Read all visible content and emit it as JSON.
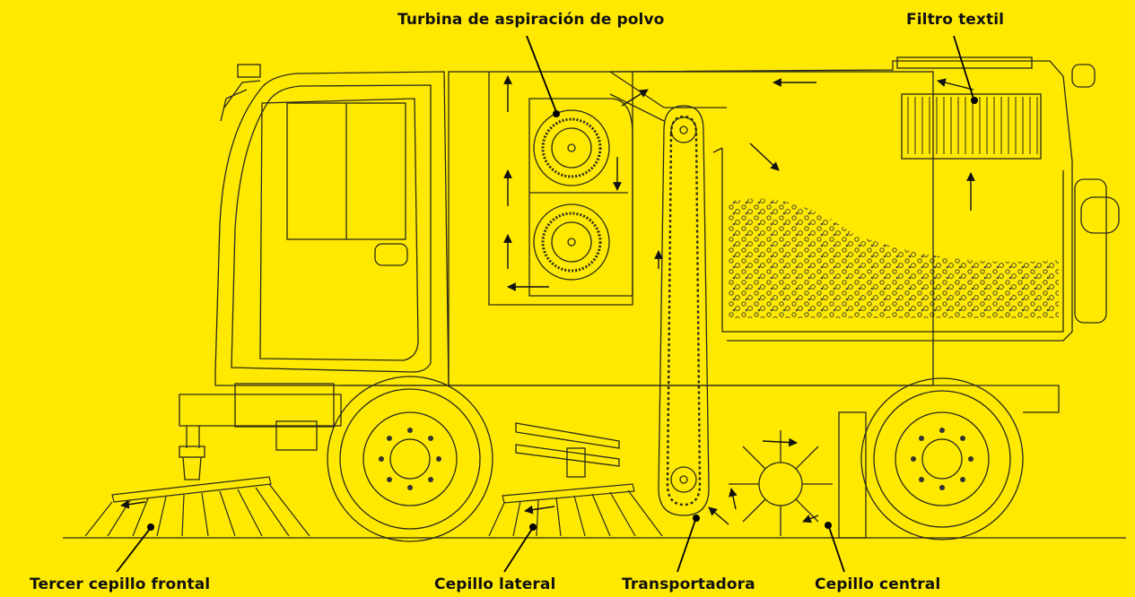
{
  "diagram": {
    "background_color": "#FFE900",
    "line_color": "#2a2a1a",
    "callout_color": "#000000",
    "labels": {
      "turbina": "Turbina de aspiración de polvo",
      "filtro": "Filtro textil",
      "tercer_cepillo": "Tercer cepillo frontal",
      "cepillo_lateral": "Cepillo lateral",
      "transportadora": "Transportadora",
      "cepillo_central": "Cepillo central"
    }
  }
}
